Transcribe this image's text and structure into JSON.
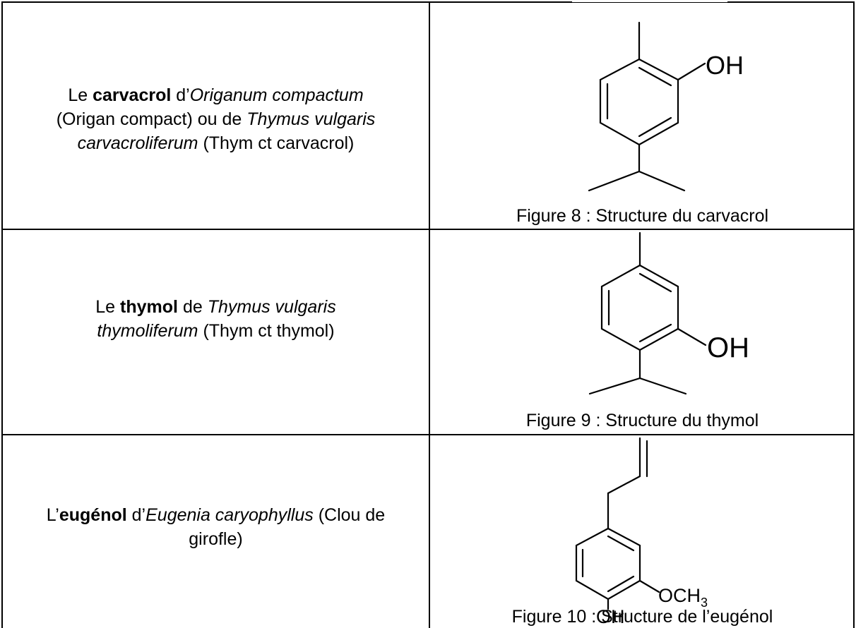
{
  "rows": [
    {
      "description": [
        {
          "text": "Le ",
          "style": "normal"
        },
        {
          "text": "carvacrol",
          "style": "bold"
        },
        {
          "text": " d’",
          "style": "normal"
        },
        {
          "text": "Origanum compactum",
          "style": "italic"
        },
        {
          "text": "\n(Origan compact) ou de ",
          "style": "normal"
        },
        {
          "text": "Thymus vulgaris\ncarvacroliferum",
          "style": "italic"
        },
        {
          "text": " (Thym ct carvacrol)",
          "style": "normal"
        }
      ],
      "oh_label": "OH",
      "caption": "Figure 8 : Structure du carvacrol"
    },
    {
      "description": [
        {
          "text": "Le ",
          "style": "normal"
        },
        {
          "text": "thymol",
          "style": "bold"
        },
        {
          "text": " de ",
          "style": "normal"
        },
        {
          "text": "Thymus vulgaris\nthymoliferum",
          "style": "italic"
        },
        {
          "text": " (Thym ct thymol)",
          "style": "normal"
        }
      ],
      "oh_label": "OH",
      "caption": "Figure 9 : Structure du thymol"
    },
    {
      "description": [
        {
          "text": "L’",
          "style": "normal"
        },
        {
          "text": "eugénol",
          "style": "bold"
        },
        {
          "text": " d’",
          "style": "normal"
        },
        {
          "text": "Eugenia caryophyllus",
          "style": "italic"
        },
        {
          "text": " (Clou de\ngirofle)",
          "style": "normal"
        }
      ],
      "och3_label_main": "OCH",
      "och3_label_sub": "3",
      "oh_label": "OH",
      "caption": "Figure 10 : Structure de l’eugénol"
    }
  ]
}
